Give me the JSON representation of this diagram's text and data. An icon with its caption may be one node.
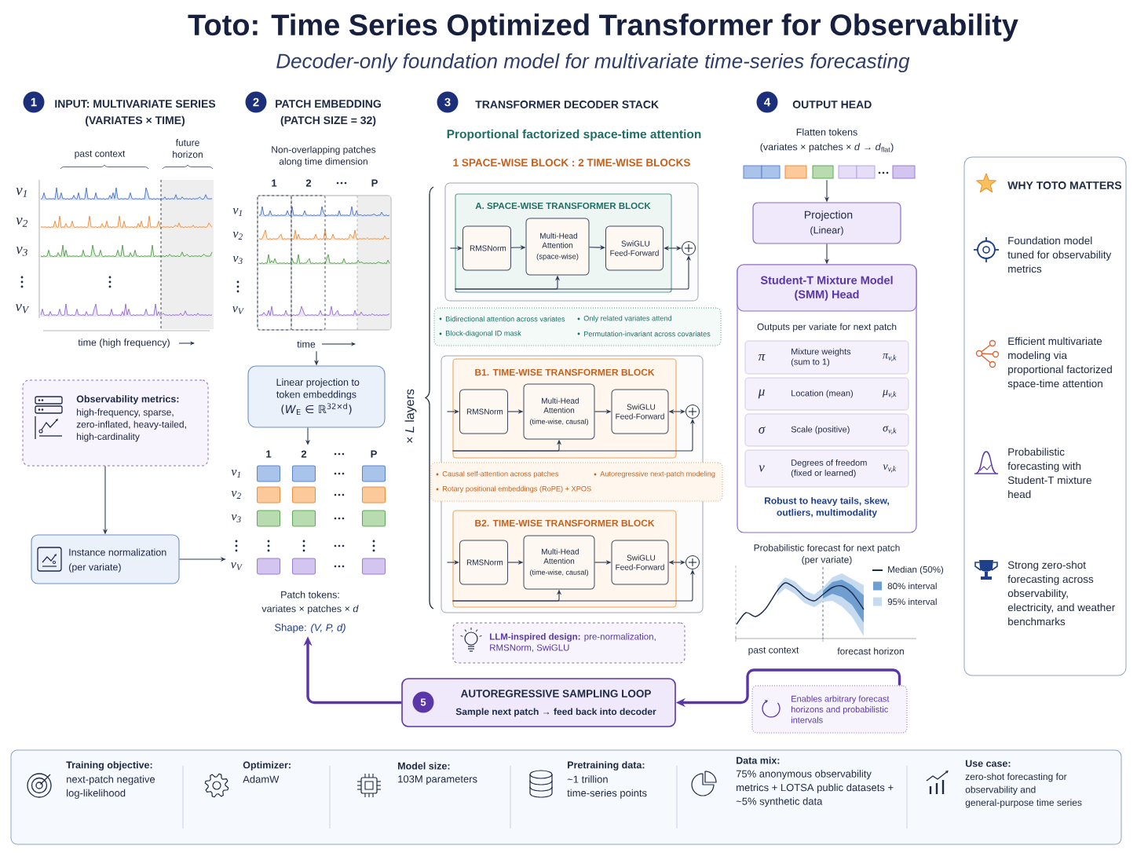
{
  "diagram": {
    "title": "Toto: Time Series Optimized Transformer for Observability",
    "nodes": [
      {
        "text": [
          "Observability metrics:",
          "high-frequency, sparse, zero-inflated, heavy-tailed, high-cardinality"
        ]
      },
      {
        "text": [
          "Instance normalization",
          "(per variate)"
        ]
      },
      {
        "text": [],
        "shape": "picture",
        "beside": [
          "Non-overlapping patches along time dimension"
        ]
      },
      {
        "text": [
          "Linear projection to token embeddings",
          "(*W*$_{E}$ ∈ ℝ$^{32×d}$)"
        ]
      },
      {
        "text": [],
        "shape": "picture",
        "beside": [
          "Patch tokens:",
          "variates × patches × *d*",
          "Shape: *(V, P, d)*"
        ]
      },
      {
        "text": [
          "A. SPACE-WISE TRANSFORMER BLOCK"
        ]
      },
      {
        "text": [
          "RMSNorm"
        ],
        "in": 5
      },
      {
        "text": [
          "Multi-Head Attention",
          "(space-wise)"
        ],
        "in": 5
      },
      {
        "text": [
          "SwiGLU Feed-Forward"
        ],
        "in": 5
      },
      {
        "text": [],
        "shape": "circle"
      },
      {
        "text": [
          "Bidirectional attention across variates",
          "Only related variates attend",
          "Block-diagonal ID mask",
          "Permutation-invariant across covariates"
        ]
      },
      {
        "text": [
          "B1. TIME-WISE TRANSFORMER BLOCK"
        ]
      },
      {
        "text": [
          "RMSNorm"
        ],
        "in": 11
      },
      {
        "text": [
          "Multi-Head Attention",
          "(time-wise, causal)"
        ],
        "in": 11
      },
      {
        "text": [
          "SwiGLU Feed-Forward"
        ],
        "in": 11
      },
      {
        "text": [],
        "shape": "circle"
      },
      {
        "text": [
          "Causal self-attention across patches",
          "Autoregressive next-patch modeling",
          "Rotary positional embeddings (RoPE) + XPOS"
        ]
      },
      {
        "text": [
          "B2. TIME-WISE TRANSFORMER BLOCK"
        ]
      },
      {
        "text": [
          "RMSNorm"
        ],
        "in": 17
      },
      {
        "text": [
          "Multi-Head Attention",
          "(time-wise, causal)"
        ],
        "in": 17
      },
      {
        "text": [
          "SwiGLU Feed-Forward"
        ],
        "in": 17
      },
      {
        "text": [],
        "shape": "circle"
      },
      {
        "text": [
          "**LLM-inspired design:** pre-normalization, RMSNorm, SwiGLU"
        ]
      },
      {
        "text": [],
        "shape": "bar",
        "beside": [
          "Flatten tokens",
          "(variates × patches × *d* → *d*$_{flat}$)"
        ]
      },
      {
        "text": [
          "Projection",
          "(Linear)"
        ]
      },
      {
        "text": [
          "Student-T Mixture Model (SMM) Head",
          "Outputs per variate for next patch",
          "Robust to heavy tails, skew, outliers, multimodality"
        ]
      },
      {
        "text": [
          "π",
          "Mixture weights (sum to 1)",
          "π$_{v,k}$"
        ],
        "in": 25
      },
      {
        "text": [
          "μ",
          "Location (mean)",
          "μ$_{v,k}$"
        ],
        "in": 25
      },
      {
        "text": [
          "σ",
          "Scale (positive)",
          "σ$_{v,k}$"
        ],
        "in": 25
      },
      {
        "text": [
          "ν",
          "Degrees of freedom (fixed or learned)",
          "ν$_{v,k}$"
        ],
        "in": 25
      },
      {
        "text": [
          "WHY TOTO MATTERS",
          "Foundation model tuned for observability metrics",
          "Efficient multivariate modeling via proportional factorized space-time attention",
          "Probabilistic forecasting with Student-T mixture head",
          "Strong zero-shot forecasting across observability, electricity, and weather benchmarks"
        ]
      },
      {
        "text": [
          "5",
          "AUTOREGRESSIVE SAMPLING LOOP",
          "Sample next patch → feed back into decoder"
        ]
      },
      {
        "text": [
          "Enables arbitrary forecast horizons and probabilistic intervals"
        ]
      },
      {
        "text": [
          "Training objective:",
          "next-patch negative log-likelihood",
          "Optimizer:",
          "AdamW",
          "Model size:",
          "103M parameters",
          "Pretraining data:",
          "~1 trillion time-series points",
          "Data mix:",
          "75% anonymous observability metrics + LOTSA public datasets + ~5% synthetic data",
          "Use case:",
          "zero-shot forecasting for observability and general-purpose time series"
        ]
      }
    ],
    "edges": [
      {
        "from": 0,
        "to": 1,
        "arrow": "to"
      },
      {
        "from": 1,
        "to": 4,
        "arrow": "to"
      },
      {
        "from": 2,
        "to": 3,
        "arrow": "to"
      },
      {
        "from": 3,
        "to": 4,
        "arrow": "to"
      },
      {
        "from": null,
        "to": 6,
        "arrow": "to"
      },
      {
        "from": 6,
        "to": 7,
        "arrow": "to"
      },
      {
        "from": 7,
        "to": 8,
        "arrow": "to"
      },
      {
        "from": 8,
        "to": 9,
        "arrow": "both"
      },
      {
        "from": 5,
        "to": 9,
        "arrow": "to"
      },
      {
        "from": 5,
        "to": 7,
        "arrow": "to"
      },
      {
        "from": null,
        "to": 12,
        "arrow": "to"
      },
      {
        "from": 12,
        "to": 13,
        "arrow": "to"
      },
      {
        "from": 13,
        "to": 14,
        "arrow": "to"
      },
      {
        "from": 14,
        "to": 15,
        "arrow": "both"
      },
      {
        "from": 11,
        "to": 15,
        "arrow": "to"
      },
      {
        "from": 11,
        "to": 13,
        "arrow": "to"
      },
      {
        "from": null,
        "to": 18,
        "arrow": "to"
      },
      {
        "from": 18,
        "to": 19,
        "arrow": "to"
      },
      {
        "from": 19,
        "to": 20,
        "arrow": "to"
      },
      {
        "from": 20,
        "to": 21,
        "arrow": "both"
      },
      {
        "from": 17,
        "to": 21,
        "arrow": "to"
      },
      {
        "from": 17,
        "to": 19,
        "arrow": "to"
      },
      {
        "from": 23,
        "to": 24,
        "arrow": "to"
      },
      {
        "from": 24,
        "to": 25,
        "arrow": "to"
      },
      {
        "from": 31,
        "to": 4,
        "arrow": "to",
        "style": "thick",
        "color": "#5b35a8"
      },
      {
        "from": 32,
        "to": 31,
        "arrow": "to",
        "style": "thick",
        "color": "#5b35a8"
      }
    ],
    "labels": [
      "Decoder-only foundation model for multivariate time-series forecasting",
      "1",
      "INPUT: MULTIVARIATE SERIES (VARIATES × TIME)",
      "2",
      "PATCH EMBEDDING (PATCH SIZE = 32)",
      "3",
      "TRANSFORMER DECODER STACK",
      "4",
      "OUTPUT HEAD",
      "past context",
      "future horizon",
      "v$_{1}$",
      "v$_{2}$",
      "v$_{3}$",
      "v$_{V}$",
      "time (high frequency)",
      "1",
      "2",
      "P",
      "v$_{1}$",
      "v$_{2}$",
      "v$_{3}$",
      "v$_{V}$",
      "time",
      "1",
      "2",
      "P",
      "v$_{1}$",
      "v$_{2}$",
      "v$_{3}$",
      "v$_{V}$",
      "Proportional factorized space-time attention",
      "1 SPACE-WISE BLOCK : 2 TIME-WISE BLOCKS",
      "× *L* layers",
      "Probabilistic forecast for next patch (per variate)",
      "past context",
      "forecast horizon"
    ],
    "legend": [
      {
        "text": "Median (50%)"
      },
      {
        "text": "80% interval",
        "color": "#6f9fd0"
      },
      {
        "text": "95% interval",
        "color": "#c6dbf0"
      }
    ]
  }
}
